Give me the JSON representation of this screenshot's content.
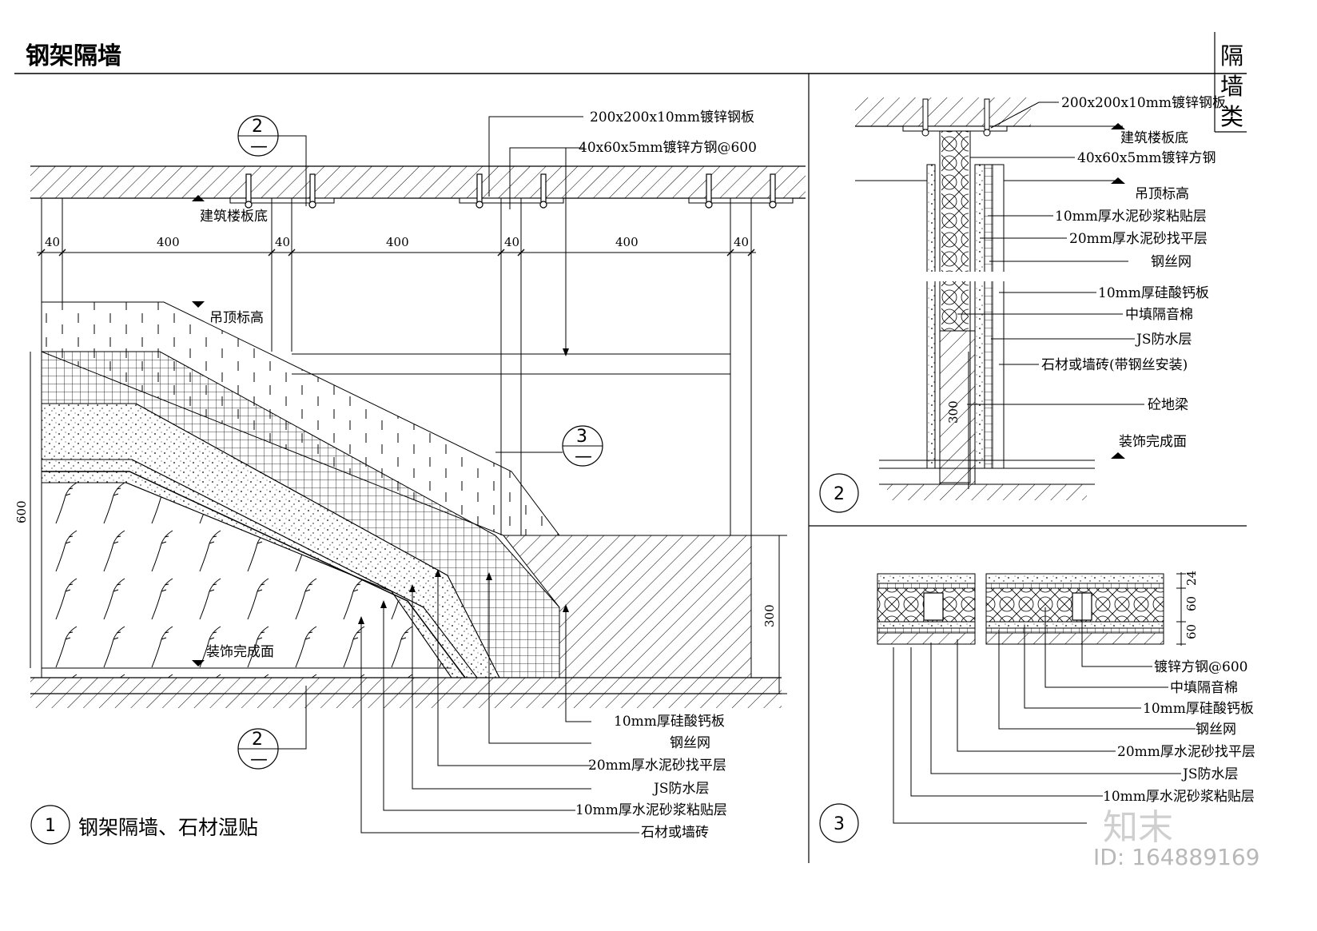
{
  "sheet": {
    "title": "钢架隔墙",
    "category": [
      "隔",
      "墙",
      "类"
    ]
  },
  "detail1": {
    "number": "1",
    "caption": "钢架隔墙、石材湿贴",
    "top_labels": [
      "200x200x10mm镀锌钢板",
      "40x60x5mm镀锌方钢@600"
    ],
    "floor_label": "建筑楼板底",
    "ceiling_label": "吊顶标高",
    "finish_label": "装饰完成面",
    "dims_horizontal": [
      "40",
      "400",
      "40",
      "400",
      "40",
      "400",
      "40"
    ],
    "dim_vertical_left": "600",
    "dim_vertical_right": "300",
    "section_refs": [
      {
        "num": "2",
        "sub": "—"
      },
      {
        "num": "3",
        "sub": "—"
      },
      {
        "num": "2",
        "sub": "—"
      }
    ],
    "bottom_labels": [
      "10mm厚硅酸钙板",
      "钢丝网",
      "20mm厚水泥砂找平层",
      "JS防水层",
      "10mm厚水泥砂浆粘贴层",
      "石材或墙砖"
    ]
  },
  "detail2": {
    "number": "2",
    "labels": [
      "200x200x10mm镀锌钢板",
      "建筑楼板底",
      "40x60x5mm镀锌方钢",
      "吊顶标高",
      "10mm厚水泥砂浆粘贴层",
      "20mm厚水泥砂找平层",
      "钢丝网",
      "10mm厚硅酸钙板",
      "中填隔音棉",
      "JS防水层",
      "石材或墙砖(带钢丝安装)",
      "砼地梁",
      "装饰完成面"
    ],
    "dim_vertical": "300"
  },
  "detail3": {
    "number": "3",
    "dims": [
      "24",
      "60",
      "60"
    ],
    "labels": [
      "镀锌方钢@600",
      "中填隔音棉",
      "10mm厚硅酸钙板",
      "钢丝网",
      "20mm厚水泥砂找平层",
      "JS防水层",
      "10mm厚水泥砂浆粘贴层"
    ]
  },
  "watermark": {
    "brand": "知末",
    "id": "ID: 164889169"
  }
}
